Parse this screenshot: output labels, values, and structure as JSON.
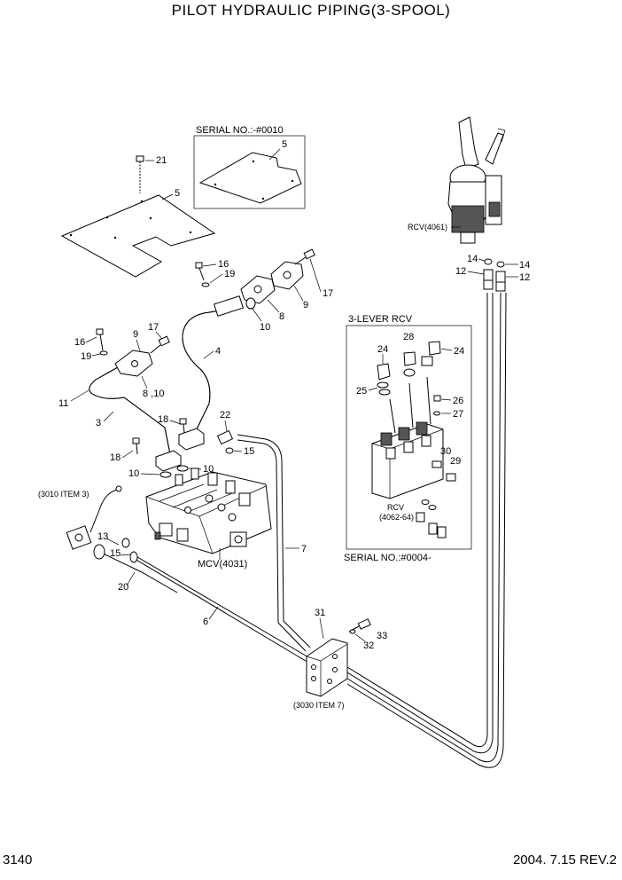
{
  "title": "PILOT HYDRAULIC PIPING(3-SPOOL)",
  "page_number": "3140",
  "revision": "2004. 7.15  REV.2",
  "insets": {
    "serial_top": "SERIAL NO.:-#0010",
    "lever_rcv_title": "3-LEVER RCV",
    "serial_bottom": "SERIAL NO.:#0004-",
    "rcv_lever_label": "RCV",
    "rcv_lever_code": "(4062-64)"
  },
  "components": {
    "rcv_main": "RCV(4061)",
    "mcv": "MCV(4031)",
    "ref_3010": "(3010 ITEM 3)",
    "ref_3030": "(3030 ITEM 7)"
  },
  "callouts": {
    "c21": "21",
    "c5a": "5",
    "c5b": "5",
    "c16a": "16",
    "c19a": "19",
    "c17a": "17",
    "c10a": "10",
    "c8a": "8",
    "c9a": "9",
    "c16b": "16",
    "c19b": "19",
    "c9b": "9",
    "c17b": "17",
    "c810": "8 ,10",
    "c11": "11",
    "c4": "4",
    "c3": "3",
    "c18a": "18",
    "c18b": "18",
    "c22": "22",
    "c15a": "15",
    "c10b": "10",
    "c10c": "10",
    "c13": "13",
    "c15b": "15",
    "c20": "20",
    "c7": "7",
    "c6": "6",
    "c31": "31",
    "c32": "32",
    "c33": "33",
    "c14a": "14",
    "c14b": "14",
    "c12a": "12",
    "c12b": "12",
    "c28": "28",
    "c24a": "24",
    "c24b": "24",
    "c25": "25",
    "c26": "26",
    "c27": "27",
    "c30": "30",
    "c29": "29"
  }
}
